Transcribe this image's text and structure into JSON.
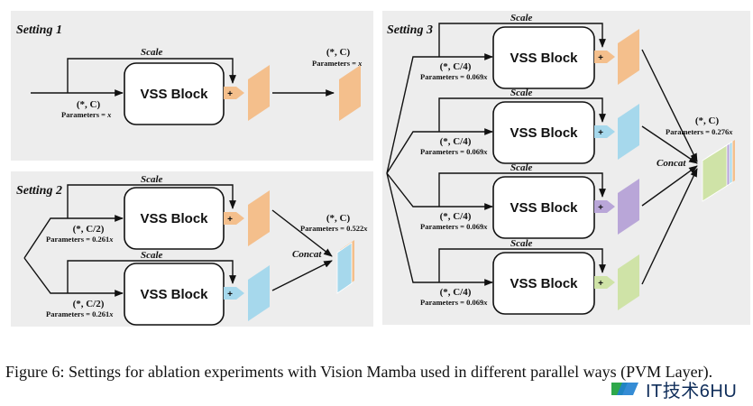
{
  "settings": [
    {
      "title": "Setting 1",
      "scale": "Scale",
      "vss": "VSS Block",
      "in_shape": "(*, C)",
      "in_params": "Parameters = ",
      "in_params_x": "x",
      "out_shape": "(*, C)",
      "out_params": "Parameters = ",
      "out_params_x": "x"
    },
    {
      "title": "Setting 2",
      "scale": "Scale",
      "vss": "VSS Block",
      "branch_shape": "(*, C/2)",
      "branch_params": "Parameters = 0.261",
      "branch_params_x": "x",
      "concat": "Concat",
      "out_shape": "(*, C)",
      "out_params": "Parameters = 0.522",
      "out_params_x": "x"
    },
    {
      "title": "Setting 3",
      "scale": "Scale",
      "vss": "VSS Block",
      "branch_shape": "(*, C/4)",
      "branch_params": "Parameters = 0.069",
      "branch_params_x": "x",
      "concat": "Concat",
      "out_shape": "(*, C)",
      "out_params": "Parameters = 0.276",
      "out_params_x": "x"
    }
  ],
  "colors": {
    "orange": "#f4bf8c",
    "blue": "#a6d8ec",
    "purple": "#b9a6d8",
    "green": "#cfe3a7",
    "panel": "#ededed"
  },
  "plus_symbol": "+",
  "caption": "Figure 6: Settings for ablation experiments with Vision Mamba used in different parallel ways (PVM Layer).",
  "watermark": "IT技术6HU"
}
